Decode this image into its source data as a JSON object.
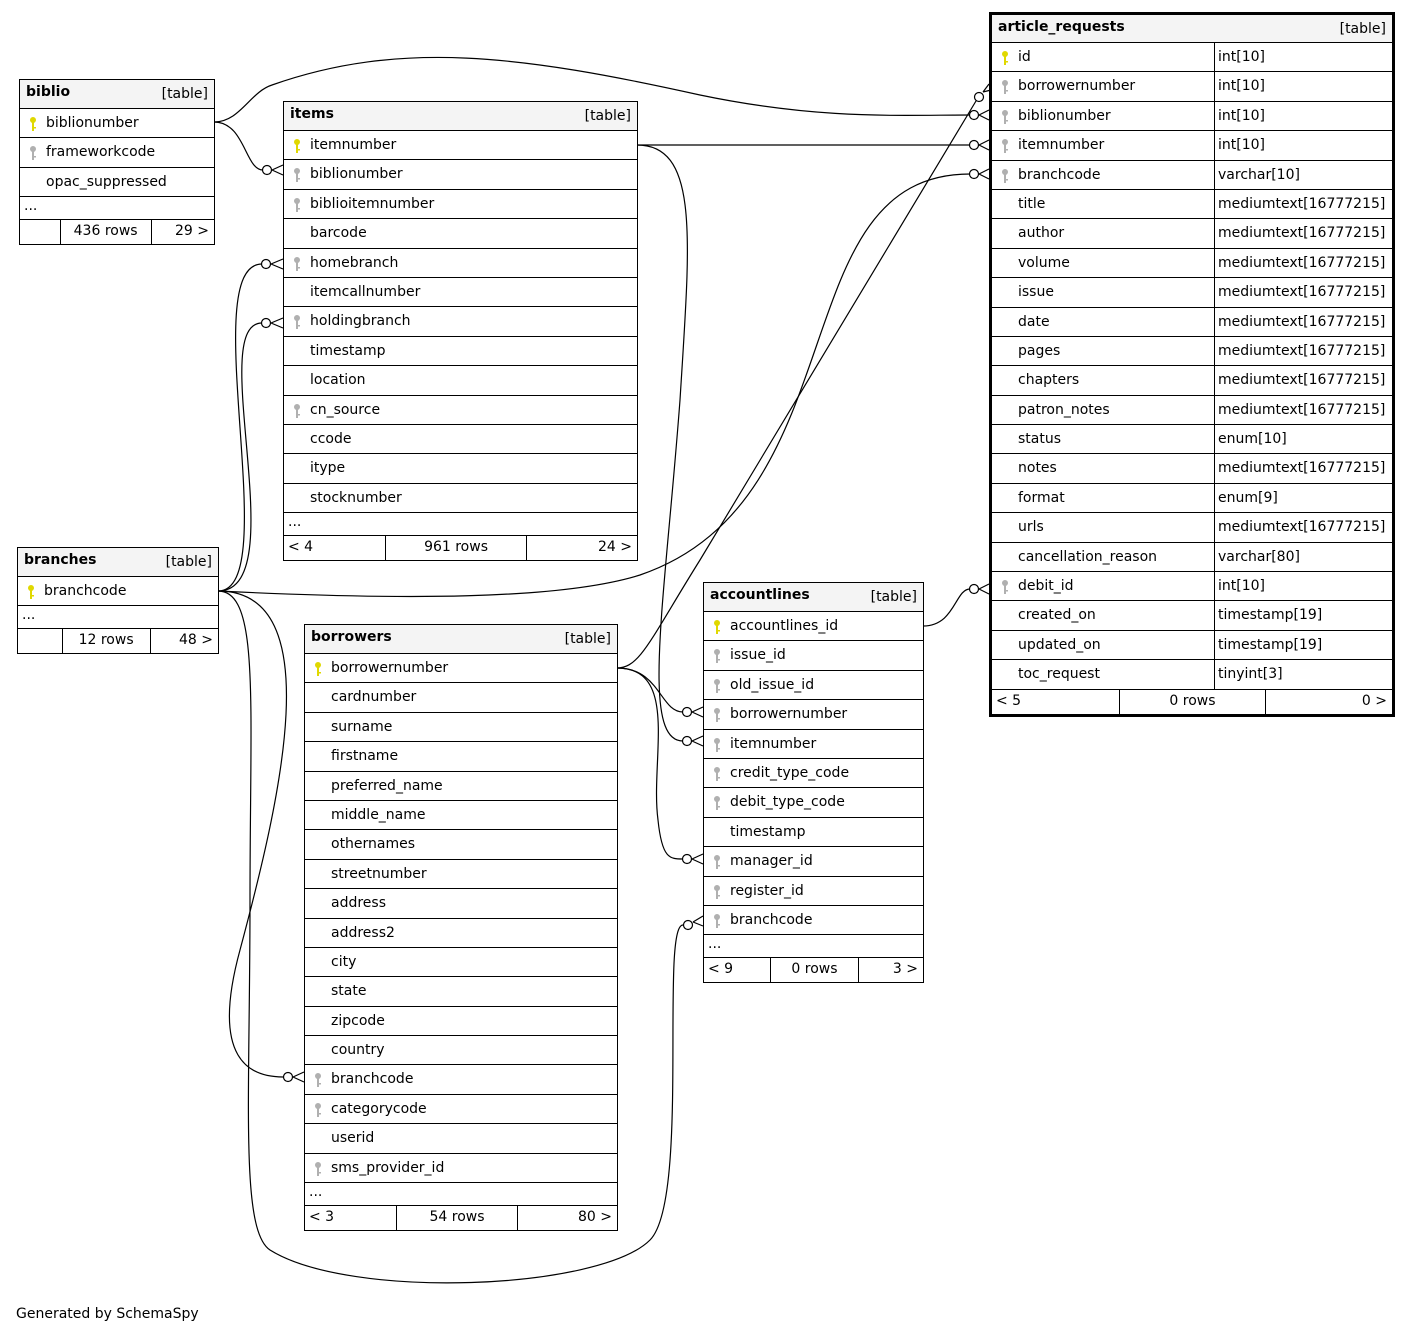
{
  "diagram": {
    "generated_by": "Generated by SchemaSpy",
    "type_label": "[table]",
    "more_label": "...",
    "tables": [
      {
        "name": "biblio",
        "columns": [
          {
            "name": "biblionumber",
            "key": "pk"
          },
          {
            "name": "frameworkcode",
            "key": "fk"
          },
          {
            "name": "opac_suppressed",
            "key": ""
          }
        ],
        "more": true,
        "footer": [
          "",
          "436 rows",
          "29 >"
        ]
      },
      {
        "name": "items",
        "columns": [
          {
            "name": "itemnumber",
            "key": "pk"
          },
          {
            "name": "biblionumber",
            "key": "fk"
          },
          {
            "name": "biblioitemnumber",
            "key": "fk"
          },
          {
            "name": "barcode",
            "key": ""
          },
          {
            "name": "homebranch",
            "key": "fk"
          },
          {
            "name": "itemcallnumber",
            "key": ""
          },
          {
            "name": "holdingbranch",
            "key": "fk"
          },
          {
            "name": "timestamp",
            "key": ""
          },
          {
            "name": "location",
            "key": ""
          },
          {
            "name": "cn_source",
            "key": "fk"
          },
          {
            "name": "ccode",
            "key": ""
          },
          {
            "name": "itype",
            "key": ""
          },
          {
            "name": "stocknumber",
            "key": ""
          }
        ],
        "more": true,
        "footer": [
          "< 4",
          "961 rows",
          "24 >"
        ]
      },
      {
        "name": "branches",
        "columns": [
          {
            "name": "branchcode",
            "key": "pk"
          }
        ],
        "more": true,
        "footer": [
          "",
          "12 rows",
          "48 >"
        ]
      },
      {
        "name": "borrowers",
        "columns": [
          {
            "name": "borrowernumber",
            "key": "pk"
          },
          {
            "name": "cardnumber",
            "key": ""
          },
          {
            "name": "surname",
            "key": ""
          },
          {
            "name": "firstname",
            "key": ""
          },
          {
            "name": "preferred_name",
            "key": ""
          },
          {
            "name": "middle_name",
            "key": ""
          },
          {
            "name": "othernames",
            "key": ""
          },
          {
            "name": "streetnumber",
            "key": ""
          },
          {
            "name": "address",
            "key": ""
          },
          {
            "name": "address2",
            "key": ""
          },
          {
            "name": "city",
            "key": ""
          },
          {
            "name": "state",
            "key": ""
          },
          {
            "name": "zipcode",
            "key": ""
          },
          {
            "name": "country",
            "key": ""
          },
          {
            "name": "branchcode",
            "key": "fk"
          },
          {
            "name": "categorycode",
            "key": "fk"
          },
          {
            "name": "userid",
            "key": ""
          },
          {
            "name": "sms_provider_id",
            "key": "fk"
          }
        ],
        "more": true,
        "footer": [
          "< 3",
          "54 rows",
          "80 >"
        ]
      },
      {
        "name": "accountlines",
        "columns": [
          {
            "name": "accountlines_id",
            "key": "pk"
          },
          {
            "name": "issue_id",
            "key": "fk"
          },
          {
            "name": "old_issue_id",
            "key": "fk"
          },
          {
            "name": "borrowernumber",
            "key": "fk"
          },
          {
            "name": "itemnumber",
            "key": "fk"
          },
          {
            "name": "credit_type_code",
            "key": "fk"
          },
          {
            "name": "debit_type_code",
            "key": "fk"
          },
          {
            "name": "timestamp",
            "key": ""
          },
          {
            "name": "manager_id",
            "key": "fk"
          },
          {
            "name": "register_id",
            "key": "fk"
          },
          {
            "name": "branchcode",
            "key": "fk"
          }
        ],
        "more": true,
        "footer": [
          "< 9",
          "0 rows",
          "3 >"
        ]
      },
      {
        "name": "article_requests",
        "focus": true,
        "columns": [
          {
            "name": "id",
            "key": "pk",
            "type": "int[10]"
          },
          {
            "name": "borrowernumber",
            "key": "fk",
            "type": "int[10]"
          },
          {
            "name": "biblionumber",
            "key": "fk",
            "type": "int[10]"
          },
          {
            "name": "itemnumber",
            "key": "fk",
            "type": "int[10]"
          },
          {
            "name": "branchcode",
            "key": "fk",
            "type": "varchar[10]"
          },
          {
            "name": "title",
            "key": "",
            "type": "mediumtext[16777215]"
          },
          {
            "name": "author",
            "key": "",
            "type": "mediumtext[16777215]"
          },
          {
            "name": "volume",
            "key": "",
            "type": "mediumtext[16777215]"
          },
          {
            "name": "issue",
            "key": "",
            "type": "mediumtext[16777215]"
          },
          {
            "name": "date",
            "key": "",
            "type": "mediumtext[16777215]"
          },
          {
            "name": "pages",
            "key": "",
            "type": "mediumtext[16777215]"
          },
          {
            "name": "chapters",
            "key": "",
            "type": "mediumtext[16777215]"
          },
          {
            "name": "patron_notes",
            "key": "",
            "type": "mediumtext[16777215]"
          },
          {
            "name": "status",
            "key": "",
            "type": "enum[10]"
          },
          {
            "name": "notes",
            "key": "",
            "type": "mediumtext[16777215]"
          },
          {
            "name": "format",
            "key": "",
            "type": "enum[9]"
          },
          {
            "name": "urls",
            "key": "",
            "type": "mediumtext[16777215]"
          },
          {
            "name": "cancellation_reason",
            "key": "",
            "type": "varchar[80]"
          },
          {
            "name": "debit_id",
            "key": "fk",
            "type": "int[10]"
          },
          {
            "name": "created_on",
            "key": "",
            "type": "timestamp[19]"
          },
          {
            "name": "updated_on",
            "key": "",
            "type": "timestamp[19]"
          },
          {
            "name": "toc_request",
            "key": "",
            "type": "tinyint[3]"
          }
        ],
        "more": false,
        "footer": [
          "< 5",
          "0 rows",
          "0 >"
        ]
      }
    ],
    "colors": {
      "pk_key": "#e0d800",
      "fk_key": "#b0b0b0",
      "header_bg": "#f4f4f4"
    }
  }
}
